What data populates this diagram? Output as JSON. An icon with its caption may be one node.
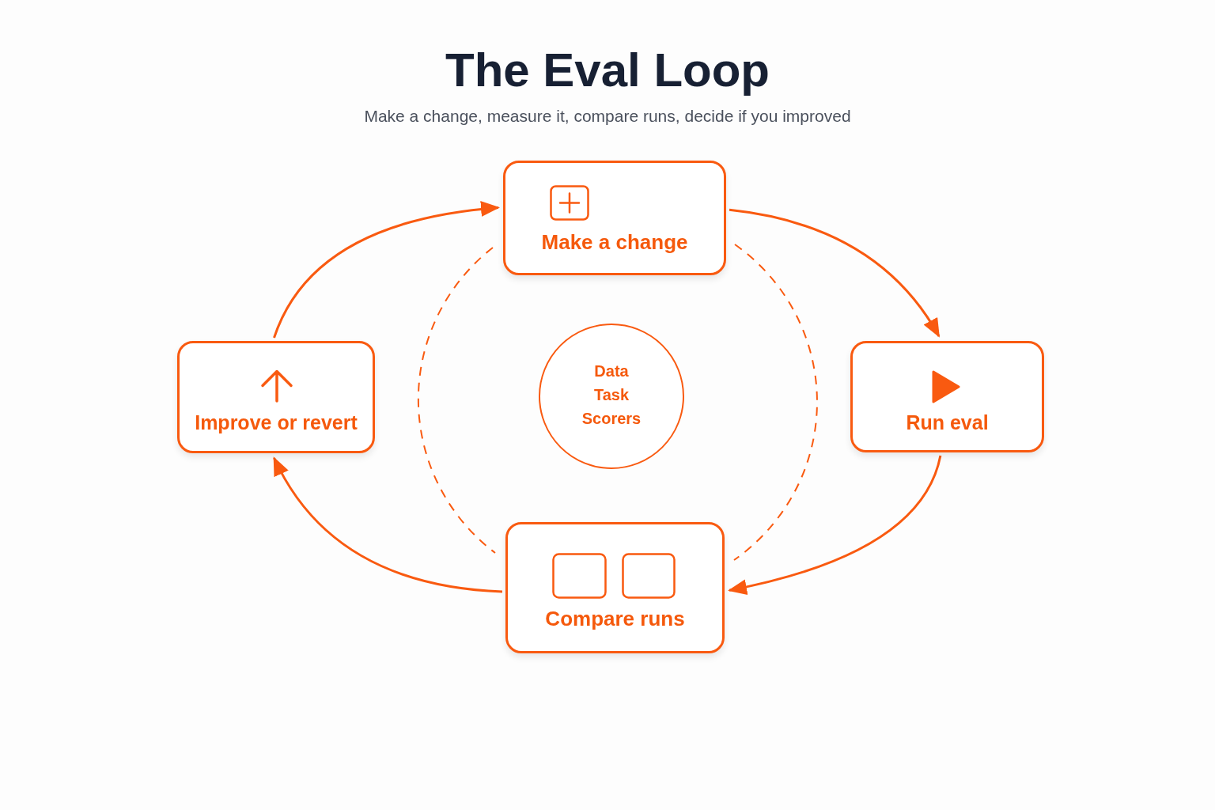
{
  "diagram": {
    "title": "The Eval Loop",
    "nodes": [
      {
        "text": [
          "Make a change"
        ]
      },
      {
        "text": [
          "Improve or revert"
        ]
      },
      {
        "text": [
          "Data",
          "Task",
          "Scorers"
        ]
      },
      {
        "text": [
          "Run eval"
        ]
      },
      {
        "text": [
          "Compare runs"
        ]
      }
    ],
    "edges": [
      {
        "from": 0,
        "to": 3,
        "arrow": "to"
      },
      {
        "from": 3,
        "to": 4,
        "arrow": "to"
      },
      {
        "from": 4,
        "to": 1,
        "arrow": "to"
      },
      {
        "from": 1,
        "to": 0,
        "arrow": "to"
      }
    ],
    "labels": [
      "Make a change, measure it, compare runs, decide if you improved"
    ]
  }
}
